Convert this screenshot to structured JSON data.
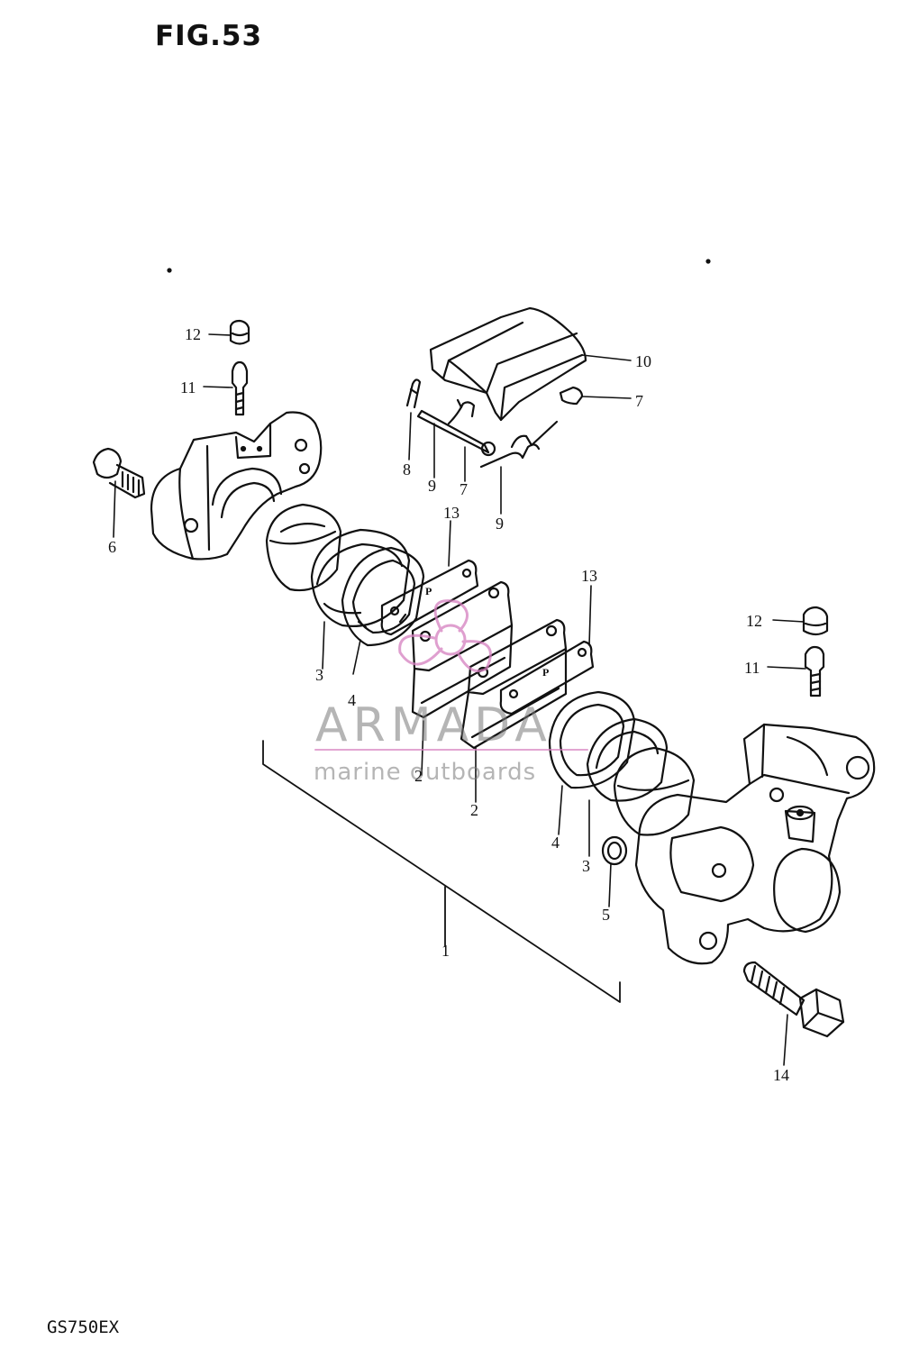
{
  "figure": {
    "title": "FIG.53",
    "model_code": "GS750EX"
  },
  "watermark": {
    "brand": "ARMADA",
    "tagline": "marine outboards",
    "accent_color": "#d57fbf"
  },
  "callouts": {
    "c12a": "12",
    "c11a": "11",
    "c6": "6",
    "c10": "10",
    "c7a": "7",
    "c8": "8",
    "c9a": "9",
    "c7b": "7",
    "c9b": "9",
    "c13a": "13",
    "c13b": "13",
    "c3a": "3",
    "c4a": "4",
    "c12b": "12",
    "c11b": "11",
    "c2a": "2",
    "c2b": "2",
    "c4b": "4",
    "c3b": "3",
    "c5": "5",
    "c1": "1",
    "c14": "14"
  },
  "pad_marks": {
    "p1": "P",
    "p2": "P"
  }
}
